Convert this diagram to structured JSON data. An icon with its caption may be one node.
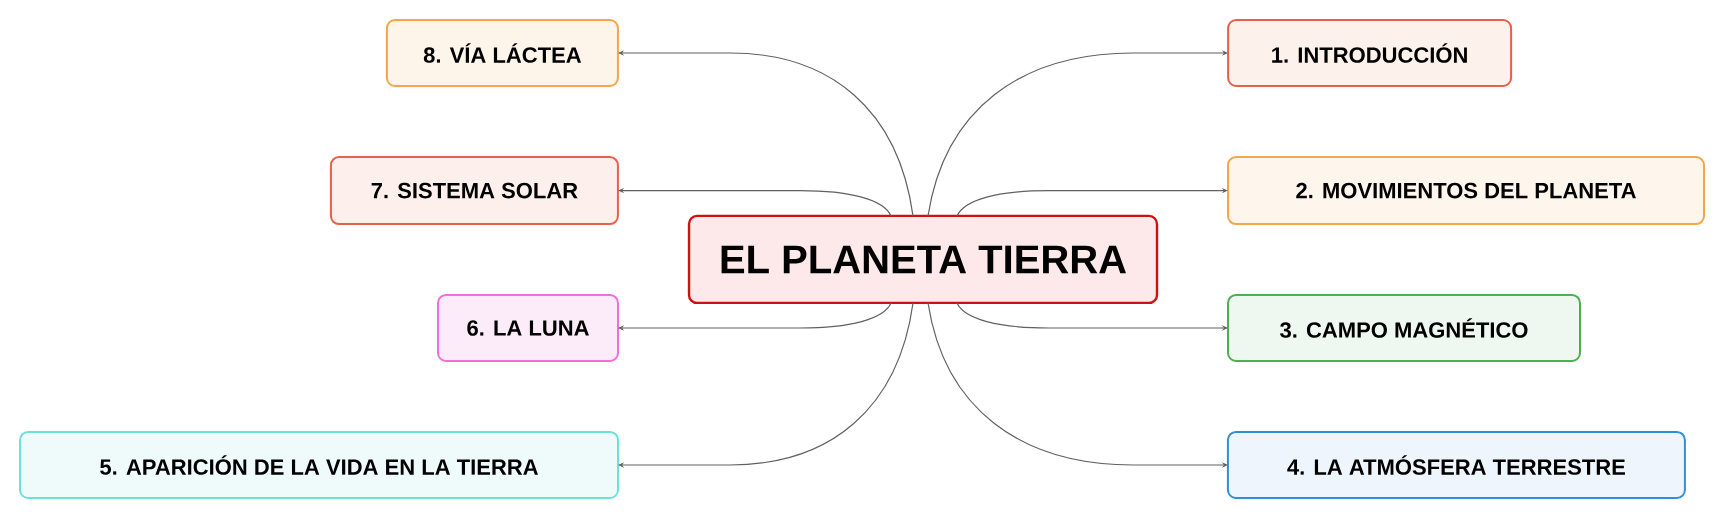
{
  "diagram": {
    "nodes": [
      {
        "text": [
          "EL PLANETA TIERRA"
        ]
      },
      {
        "text": [
          "1. INTRODUCCIÓN"
        ]
      },
      {
        "text": [
          "2. MOVIMIENTOS DEL PLANETA"
        ]
      },
      {
        "text": [
          "3. CAMPO MAGNÉTICO"
        ]
      },
      {
        "text": [
          "4. LA ATMÓSFERA TERRESTRE"
        ]
      },
      {
        "text": [
          "5. APARICIÓN DE LA VIDA EN LA TIERRA"
        ]
      },
      {
        "text": [
          "6. LA LUNA"
        ]
      },
      {
        "text": [
          "7. SISTEMA SOLAR"
        ]
      },
      {
        "text": [
          "8. VÍA LÁCTEA"
        ]
      }
    ],
    "edges": [
      {
        "from": 0,
        "to": 1,
        "arrow": "to"
      },
      {
        "from": 0,
        "to": 2,
        "arrow": "to"
      },
      {
        "from": 0,
        "to": 3,
        "arrow": "to"
      },
      {
        "from": 0,
        "to": 4,
        "arrow": "to"
      },
      {
        "from": 0,
        "to": 5,
        "arrow": "to"
      },
      {
        "from": 0,
        "to": 6,
        "arrow": "to"
      },
      {
        "from": 0,
        "to": 7,
        "arrow": "to"
      },
      {
        "from": 0,
        "to": 8,
        "arrow": "to"
      }
    ]
  }
}
